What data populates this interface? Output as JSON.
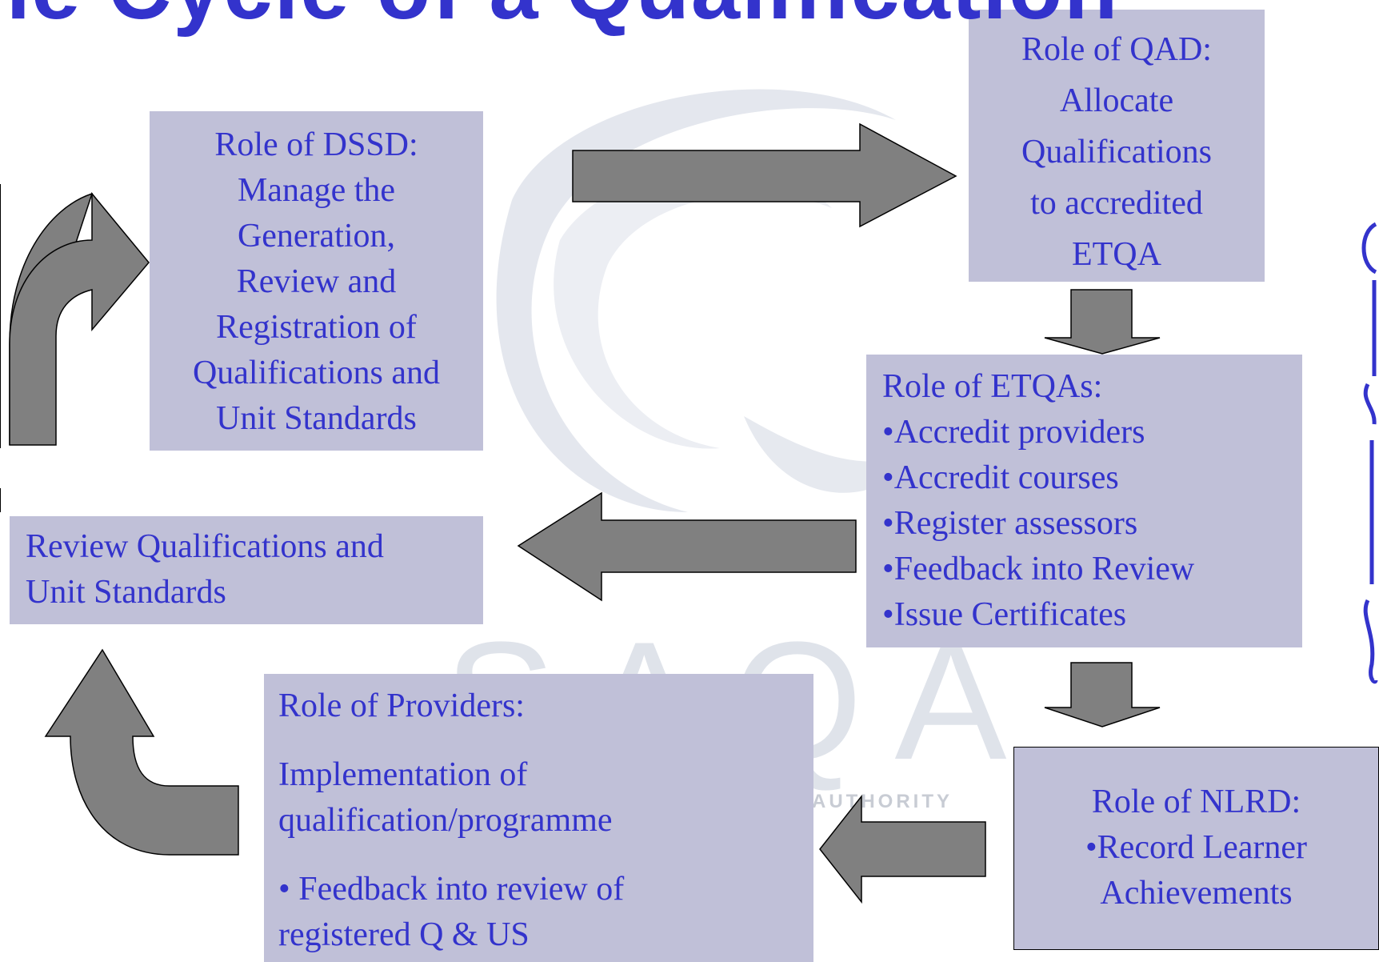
{
  "title": "he Cycle of a Qualification",
  "watermark": {
    "logo_text": "SAQA",
    "authority_text": "AUTHORITY"
  },
  "boxes": {
    "dssd": {
      "lines": [
        "Role of DSSD:",
        "Manage the",
        "Generation,",
        "Review and",
        "Registration of",
        "Qualifications and",
        "Unit Standards"
      ]
    },
    "qad": {
      "lines": [
        "Role of QAD:",
        "Allocate",
        "Qualifications",
        "to  accredited",
        "ETQA"
      ]
    },
    "etqa": {
      "lines": [
        "Role of ETQAs:",
        "•Accredit providers",
        "•Accredit courses",
        "•Register assessors",
        "•Feedback into Review",
        "•Issue Certificates"
      ]
    },
    "review": {
      "lines": [
        "Review Qualifications and",
        "Unit Standards"
      ]
    },
    "providers": {
      "heading": "Role of Providers:",
      "para1": [
        "Implementation of",
        "qualification/programme"
      ],
      "para2": [
        "• Feedback into review of",
        "registered Q & US"
      ]
    },
    "nlrd": {
      "lines": [
        "Role of NLRD:",
        "•Record Learner",
        "Achievements"
      ]
    }
  },
  "colors": {
    "box_fill": "#c0c0d8",
    "text": "#3333cc",
    "arrow_fill": "#808080",
    "title": "#3333cc"
  }
}
